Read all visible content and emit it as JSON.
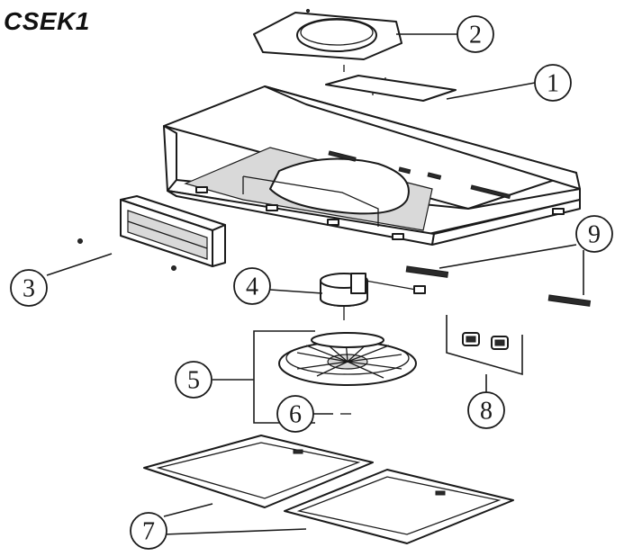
{
  "diagram": {
    "model": "CSEK1",
    "callouts": [
      {
        "id": "c1",
        "number": "1"
      },
      {
        "id": "c2",
        "number": "2"
      },
      {
        "id": "c3",
        "number": "3"
      },
      {
        "id": "c4",
        "number": "4"
      },
      {
        "id": "c5",
        "number": "5"
      },
      {
        "id": "c6",
        "number": "6"
      },
      {
        "id": "c7",
        "number": "7"
      },
      {
        "id": "c8",
        "number": "8"
      },
      {
        "id": "c9",
        "number": "9"
      }
    ]
  }
}
